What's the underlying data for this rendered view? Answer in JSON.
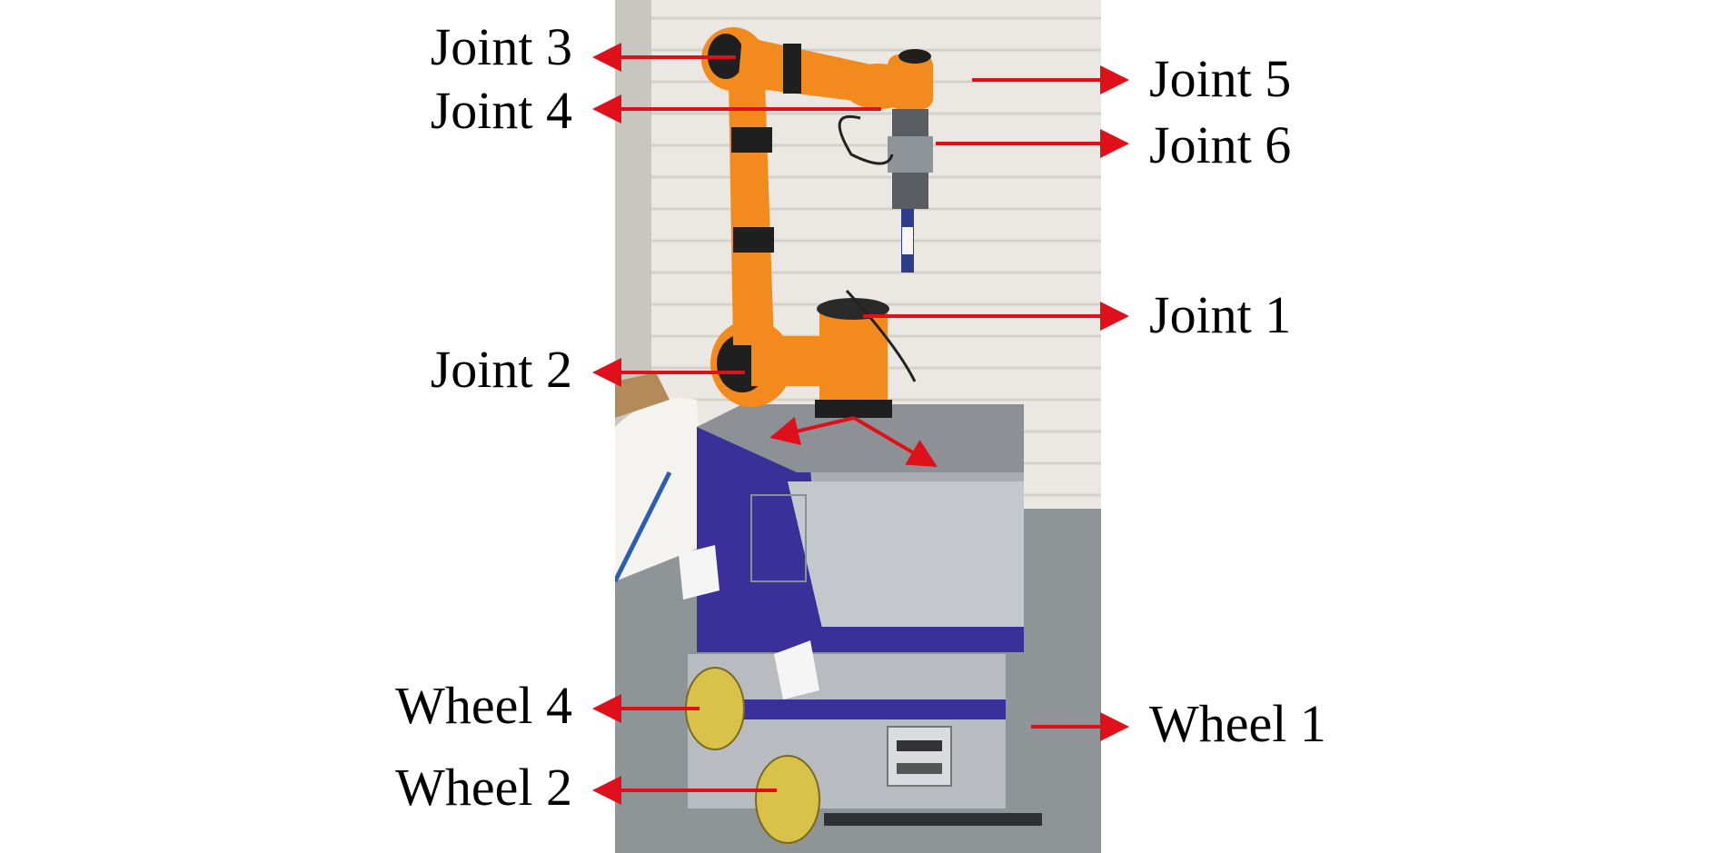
{
  "labels": {
    "joint3": "Joint 3",
    "joint4": "Joint 4",
    "joint2": "Joint 2",
    "wheel4": "Wheel 4",
    "wheel2": "Wheel 2",
    "joint5": "Joint 5",
    "joint6": "Joint 6",
    "joint1": "Joint 1",
    "wheel1": "Wheel 1"
  },
  "colors": {
    "arrow": "#e0101a",
    "robot_orange": "#f28a1e",
    "base_silver": "#b9bcc1",
    "base_purple": "#3b2f9a",
    "wall": "#ece9e4",
    "floor": "#8f9396"
  }
}
